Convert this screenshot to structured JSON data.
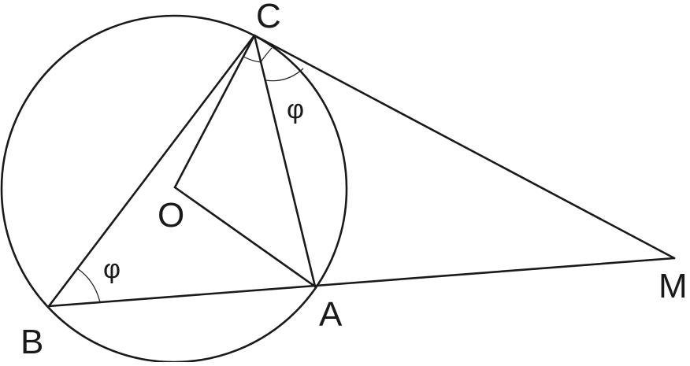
{
  "points": {
    "C": {
      "label": "C"
    },
    "O": {
      "label": "O"
    },
    "A": {
      "label": "A"
    },
    "B": {
      "label": "B"
    },
    "M": {
      "label": "M"
    }
  },
  "angles": {
    "acm": {
      "label": "φ"
    },
    "cba": {
      "label": "φ"
    }
  },
  "colors": {
    "stroke": "#1a1a1a",
    "background": "#ffffff"
  }
}
